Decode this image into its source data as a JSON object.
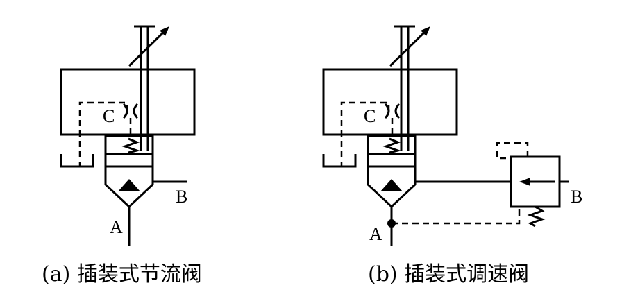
{
  "figures": [
    {
      "caption": "(a) 插装式节流阀",
      "port_a": "A",
      "port_b": "B",
      "port_c": "C"
    },
    {
      "caption": "(b) 插装式调速阀",
      "port_a": "A",
      "port_b": "B",
      "port_c": "C"
    }
  ]
}
